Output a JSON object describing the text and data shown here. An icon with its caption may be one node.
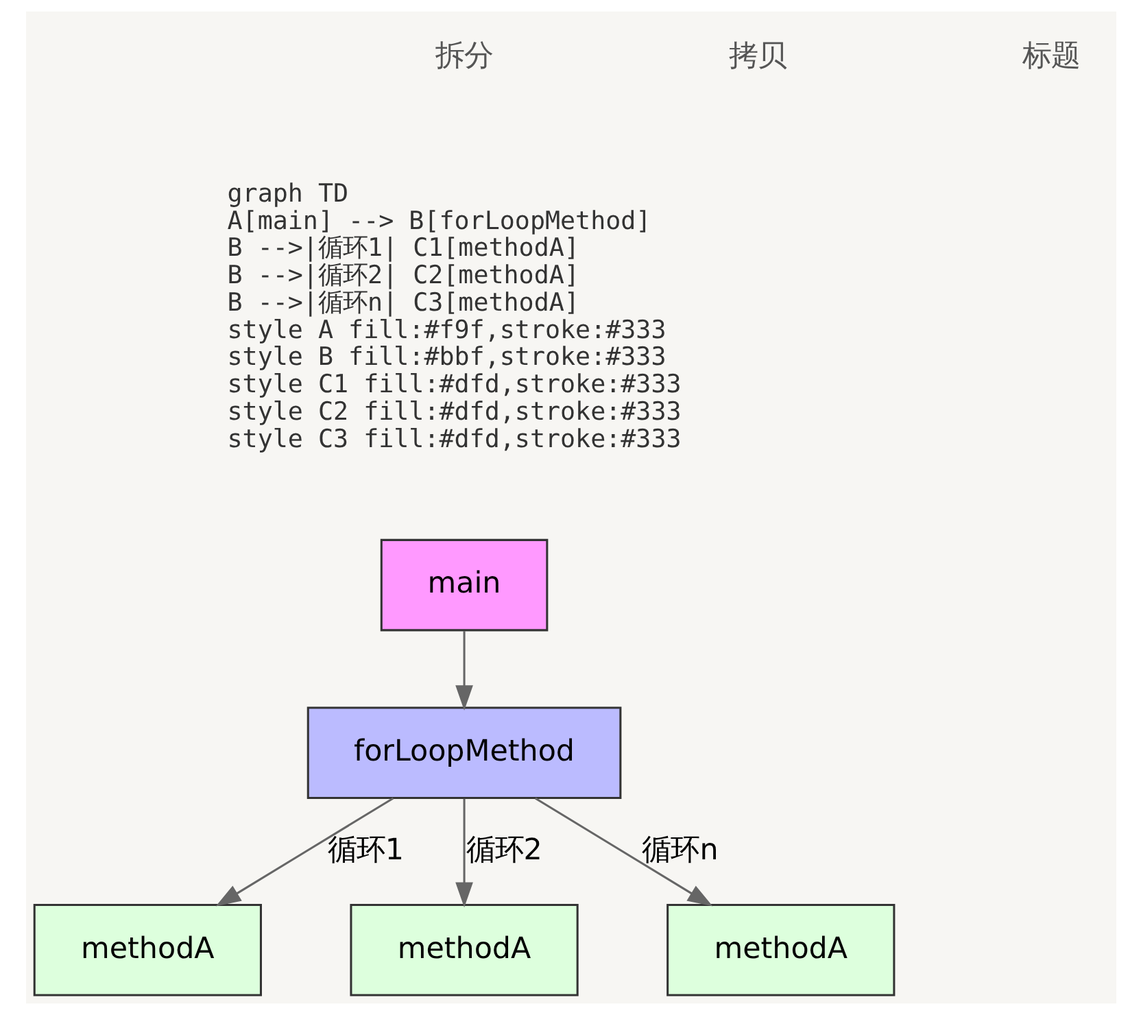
{
  "diagram": {
    "nodes": [
      {
        "text": [
          "main"
        ]
      },
      {
        "text": [
          "forLoopMethod"
        ]
      },
      {
        "text": [
          "methodA"
        ]
      },
      {
        "text": [
          "methodA"
        ]
      },
      {
        "text": [
          "methodA"
        ]
      }
    ],
    "edges": [
      {
        "from": 0,
        "to": 1,
        "arrow": "to"
      },
      {
        "from": 1,
        "to": 2,
        "label": "循环1",
        "arrow": "to"
      },
      {
        "from": 1,
        "to": 3,
        "label": "循环2",
        "arrow": "to"
      },
      {
        "from": 1,
        "to": 4,
        "label": "循环n",
        "arrow": "to"
      }
    ],
    "labels": [
      "拆分",
      "拷贝",
      "标题",
      "graph TD",
      "A[main] --> B[forLoopMethod]",
      "B -->|循环1| C1[methodA]",
      "B -->|循环2| C2[methodA]",
      "B -->|循环n| C3[methodA]",
      "style A fill:#f9f,stroke:#333",
      "style B fill:#bbf,stroke:#333",
      "style C1 fill:#dfd,stroke:#333",
      "style C2 fill:#dfd,stroke:#333",
      "style C3 fill:#dfd,stroke:#333"
    ]
  }
}
